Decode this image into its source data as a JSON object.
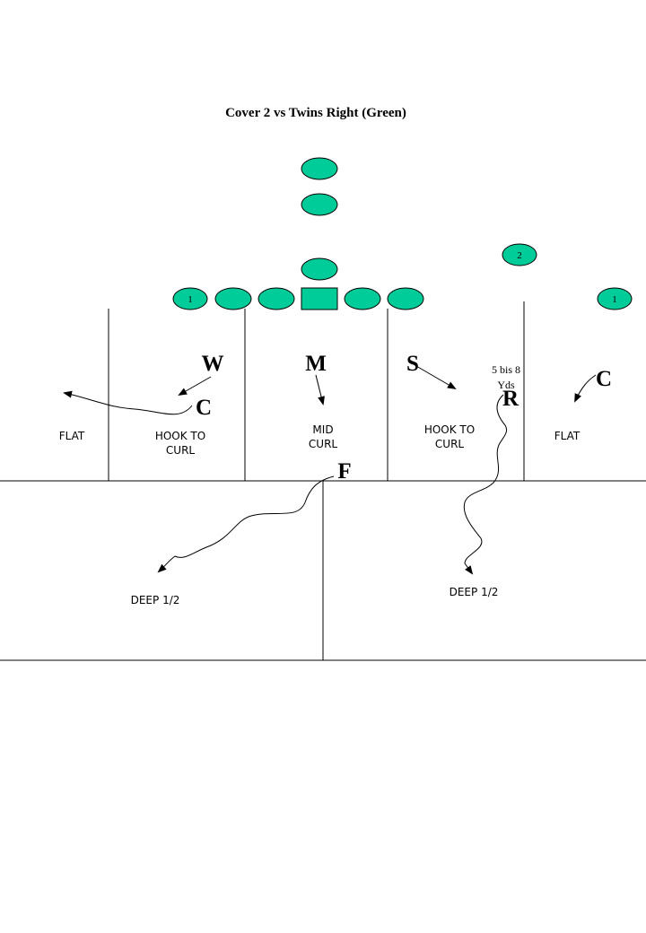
{
  "title": "Cover 2 vs Twins Right (Green)",
  "colors": {
    "player_fill": "#00cc99",
    "line": "#000000"
  },
  "offense": {
    "receiver_left_number": "1",
    "slot_number": "2",
    "receiver_right_number": "1"
  },
  "defenders": {
    "w": "W",
    "m": "M",
    "s": "S",
    "c_left": "C",
    "c_right": "C",
    "r": "R",
    "f": "F"
  },
  "zones": {
    "flat_left": "FLAT",
    "hook_left": [
      "HOOK TO",
      "CURL"
    ],
    "mid_curl": [
      "MID",
      "CURL"
    ],
    "hook_right": [
      "HOOK TO",
      "CURL"
    ],
    "flat_right": "FLAT",
    "deep_left": "DEEP 1/2",
    "deep_right": "DEEP 1/2"
  },
  "notes": {
    "depth": [
      "5 bis 8",
      "Yds"
    ]
  }
}
